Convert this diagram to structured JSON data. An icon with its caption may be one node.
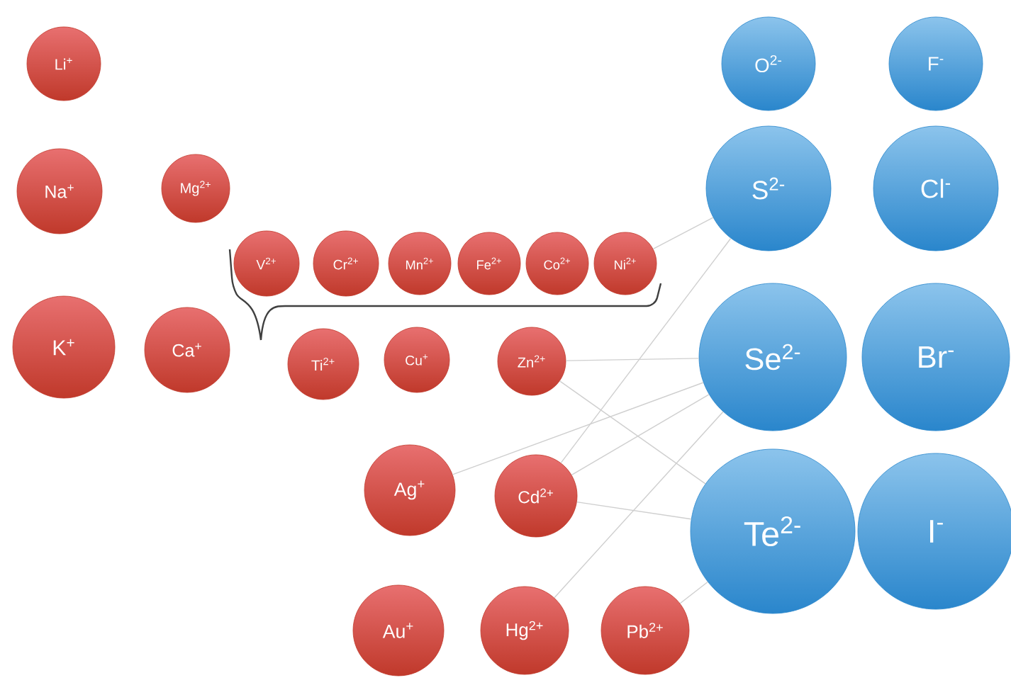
{
  "diagram": {
    "nodes": [
      {
        "text": [
          "Li$^{+}$"
        ]
      },
      {
        "text": [
          "Na$^{+}$"
        ]
      },
      {
        "text": [
          "Mg$^{2+}$"
        ]
      },
      {
        "text": [
          "K$^{+}$"
        ]
      },
      {
        "text": [
          "Ca$^{+}$"
        ]
      },
      {
        "text": [
          "V$^{2+}$"
        ]
      },
      {
        "text": [
          "Cr$^{2+}$"
        ]
      },
      {
        "text": [
          "Mn$^{2+}$"
        ]
      },
      {
        "text": [
          "Fe$^{2+}$"
        ]
      },
      {
        "text": [
          "Co$^{2+}$"
        ]
      },
      {
        "text": [
          "Ni$^{2+}$"
        ]
      },
      {
        "text": [
          "Ti$^{2+}$"
        ]
      },
      {
        "text": [
          "Cu$^{+}$"
        ]
      },
      {
        "text": [
          "Zn$^{2+}$"
        ]
      },
      {
        "text": [
          "Ag$^{+}$"
        ]
      },
      {
        "text": [
          "Cd$^{2+}$"
        ]
      },
      {
        "text": [
          "Au$^{+}$"
        ]
      },
      {
        "text": [
          "Hg$^{2+}$"
        ]
      },
      {
        "text": [
          "Pb$^{2+}$"
        ]
      },
      {
        "text": [
          "O$^{2-}$"
        ]
      },
      {
        "text": [
          "F$^{-}$"
        ]
      },
      {
        "text": [
          "S$^{2-}$"
        ]
      },
      {
        "text": [
          "Cl$^{-}$"
        ]
      },
      {
        "text": [
          "Se$^{2-}$"
        ]
      },
      {
        "text": [
          "Br$^{-}$"
        ]
      },
      {
        "text": [
          "Te$^{2-}$"
        ]
      },
      {
        "text": [
          "I$^{-}$"
        ]
      }
    ],
    "edges": [
      {
        "from": 10,
        "to": 21,
        "arrow": "none"
      },
      {
        "from": 13,
        "to": 23,
        "arrow": "none"
      },
      {
        "from": 13,
        "to": 25,
        "arrow": "none"
      },
      {
        "from": 14,
        "to": 23,
        "arrow": "none"
      },
      {
        "from": 15,
        "to": 21,
        "arrow": "none"
      },
      {
        "from": 15,
        "to": 23,
        "arrow": "none"
      },
      {
        "from": 15,
        "to": 25,
        "arrow": "none"
      },
      {
        "from": 17,
        "to": 23,
        "arrow": "none"
      },
      {
        "from": 18,
        "to": 25,
        "arrow": "none"
      }
    ]
  }
}
